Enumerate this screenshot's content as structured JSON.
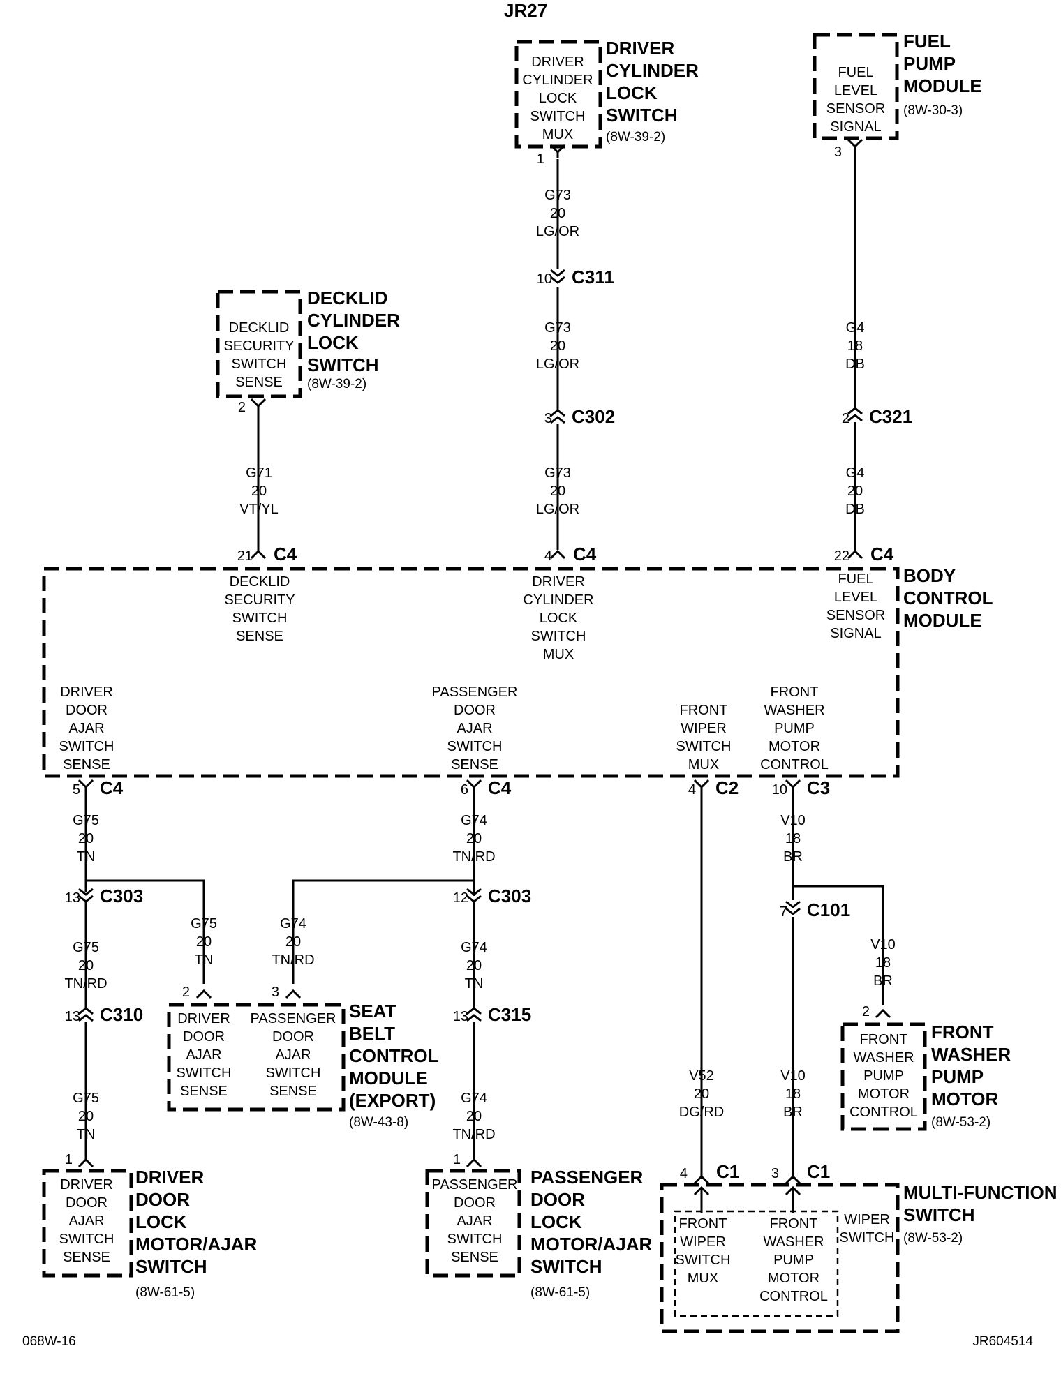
{
  "diagram_title": "JR27",
  "footer_left": "068W-16",
  "footer_right": "JR604514",
  "modules": {
    "driver_cyl": {
      "name": [
        "DRIVER",
        "CYLINDER",
        "LOCK",
        "SWITCH"
      ],
      "ref": "(8W-39-2)",
      "inner": [
        "DRIVER",
        "CYLINDER",
        "LOCK",
        "SWITCH",
        "MUX"
      ],
      "pin": "1"
    },
    "fuel_pump": {
      "name": [
        "FUEL",
        "PUMP",
        "MODULE"
      ],
      "ref": "(8W-30-3)",
      "inner": [
        "FUEL",
        "LEVEL",
        "SENSOR",
        "SIGNAL"
      ],
      "pin": "3"
    },
    "decklid": {
      "name": [
        "DECKLID",
        "CYLINDER",
        "LOCK",
        "SWITCH"
      ],
      "ref": "(8W-39-2)",
      "inner": [
        "DECKLID",
        "SECURITY",
        "SWITCH",
        "SENSE"
      ],
      "pin": "2"
    },
    "bcm": {
      "name": [
        "BODY",
        "CONTROL",
        "MODULE"
      ],
      "decklid": [
        "DECKLID",
        "SECURITY",
        "SWITCH",
        "SENSE"
      ],
      "drvcyl": [
        "DRIVER",
        "CYLINDER",
        "LOCK",
        "SWITCH",
        "MUX"
      ],
      "fuel": [
        "FUEL",
        "LEVEL",
        "SENSOR",
        "SIGNAL"
      ],
      "drvdoor": [
        "DRIVER",
        "DOOR",
        "AJAR",
        "SWITCH",
        "SENSE"
      ],
      "pasdoor": [
        "PASSENGER",
        "DOOR",
        "AJAR",
        "SWITCH",
        "SENSE"
      ],
      "wiper": [
        "FRONT",
        "WIPER",
        "SWITCH",
        "MUX"
      ],
      "washer": [
        "FRONT",
        "WASHER",
        "PUMP",
        "MOTOR",
        "CONTROL"
      ]
    },
    "seatbelt": {
      "name": [
        "SEAT",
        "BELT",
        "CONTROL",
        "MODULE",
        "(EXPORT)"
      ],
      "ref": "(8W-43-8)",
      "left": [
        "DRIVER",
        "DOOR",
        "AJAR",
        "SWITCH",
        "SENSE"
      ],
      "right": [
        "PASSENGER",
        "DOOR",
        "AJAR",
        "SWITCH",
        "SENSE"
      ],
      "pin_left": "2",
      "pin_right": "3"
    },
    "front_washer": {
      "name": [
        "FRONT",
        "WASHER",
        "PUMP",
        "MOTOR"
      ],
      "ref": "(8W-53-2)",
      "inner": [
        "FRONT",
        "WASHER",
        "PUMP",
        "MOTOR",
        "CONTROL"
      ],
      "pin": "2"
    },
    "driver_door": {
      "name": [
        "DRIVER",
        "DOOR",
        "LOCK",
        "MOTOR/AJAR",
        "SWITCH"
      ],
      "ref": "(8W-61-5)",
      "inner": [
        "DRIVER",
        "DOOR",
        "AJAR",
        "SWITCH",
        "SENSE"
      ],
      "pin": "1"
    },
    "pass_door": {
      "name": [
        "PASSENGER",
        "DOOR",
        "LOCK",
        "MOTOR/AJAR",
        "SWITCH"
      ],
      "ref": "(8W-61-5)",
      "inner": [
        "PASSENGER",
        "DOOR",
        "AJAR",
        "SWITCH",
        "SENSE"
      ],
      "pin": "1"
    },
    "mfs": {
      "name": [
        "MULTI-FUNCTION",
        "SWITCH"
      ],
      "ref": "(8W-53-2)",
      "wiper": [
        "WIPER",
        "SWITCH"
      ],
      "left": [
        "FRONT",
        "WIPER",
        "SWITCH",
        "MUX"
      ],
      "right": [
        "FRONT",
        "WASHER",
        "PUMP",
        "MOTOR",
        "CONTROL"
      ],
      "pin_left": "4",
      "pin_right": "3",
      "conn": "C1"
    }
  },
  "wires": {
    "g73_1": [
      "G73",
      "20",
      "LG/OR"
    ],
    "g73_2": [
      "G73",
      "20",
      "LG/OR"
    ],
    "g73_3": [
      "G73",
      "20",
      "LG/OR"
    ],
    "g4_1": [
      "G4",
      "18",
      "DB"
    ],
    "g4_2": [
      "G4",
      "20",
      "DB"
    ],
    "g71": [
      "G71",
      "20",
      "VT/YL"
    ],
    "g75_1": [
      "G75",
      "20",
      "TN"
    ],
    "g75_2": [
      "G75",
      "20",
      "TN/RD"
    ],
    "g75_3": [
      "G75",
      "20",
      "TN"
    ],
    "g75_b": [
      "G75",
      "20",
      "TN"
    ],
    "g74_1": [
      "G74",
      "20",
      "TN/RD"
    ],
    "g74_2": [
      "G74",
      "20",
      "TN"
    ],
    "g74_3": [
      "G74",
      "20",
      "TN/RD"
    ],
    "g74_b": [
      "G74",
      "20",
      "TN/RD"
    ],
    "v10_1": [
      "V10",
      "18",
      "BR"
    ],
    "v10_2": [
      "V10",
      "18",
      "BR"
    ],
    "v10_b": [
      "V10",
      "18",
      "BR"
    ],
    "v52": [
      "V52",
      "20",
      "DG/RD"
    ]
  },
  "connectors": {
    "c311": {
      "pin": "10",
      "name": "C311"
    },
    "c302": {
      "pin": "3",
      "name": "C302"
    },
    "c321": {
      "pin": "2",
      "name": "C321"
    },
    "bcm_c4_21": {
      "pin": "21",
      "name": "C4"
    },
    "bcm_c4_4": {
      "pin": "4",
      "name": "C4"
    },
    "bcm_c4_22": {
      "pin": "22",
      "name": "C4"
    },
    "bcm_c4_5": {
      "pin": "5",
      "name": "C4"
    },
    "bcm_c4_6": {
      "pin": "6",
      "name": "C4"
    },
    "bcm_c2_4": {
      "pin": "4",
      "name": "C2"
    },
    "bcm_c3_10": {
      "pin": "10",
      "name": "C3"
    },
    "c303_13": {
      "pin": "13",
      "name": "C303"
    },
    "c303_12": {
      "pin": "12",
      "name": "C303"
    },
    "c101": {
      "pin": "7",
      "name": "C101"
    },
    "c310": {
      "pin": "13",
      "name": "C310"
    },
    "c315": {
      "pin": "13",
      "name": "C315"
    }
  }
}
